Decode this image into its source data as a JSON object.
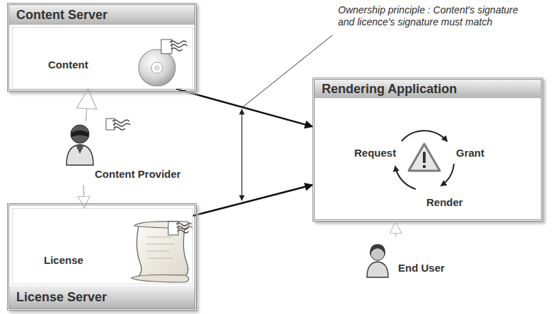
{
  "diagram": {
    "nodes": [
      {
        "text": [
          "Content Server"
        ]
      },
      {
        "text": [
          "Content"
        ],
        "in": 0
      },
      {
        "text": [
          "Content Provider"
        ]
      },
      {
        "text": [
          "License Server"
        ]
      },
      {
        "text": [
          "License"
        ],
        "in": 3
      },
      {
        "text": [
          "Rendering Application",
          "Request",
          "Grant",
          "Render"
        ]
      },
      {
        "text": [
          "End User"
        ]
      }
    ],
    "edges": [
      {
        "from": 1,
        "to": 5,
        "arrow": "to"
      },
      {
        "from": 4,
        "to": 5,
        "arrow": "to"
      },
      {
        "from": 2,
        "to": 1,
        "arrow": "to"
      },
      {
        "from": 2,
        "to": 4,
        "arrow": "to"
      },
      {
        "from": 6,
        "to": 5,
        "arrow": "to"
      }
    ],
    "labels": [
      "Ownership principle : Content's signature and licence's signature must match"
    ]
  }
}
